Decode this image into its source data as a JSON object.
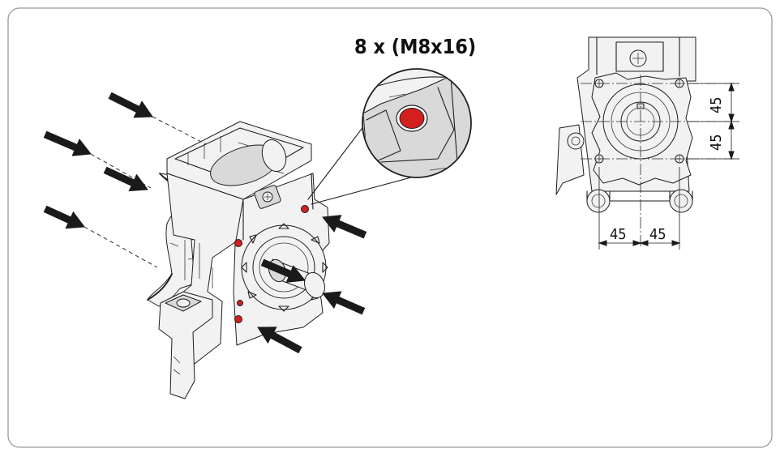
{
  "callout": {
    "screw_spec": "8 x (M8x16)"
  },
  "dimensions": {
    "vertical_upper": "45",
    "vertical_lower": "45",
    "horizontal_left": "45",
    "horizontal_right": "45"
  },
  "colors": {
    "highlight": "#d41f1f",
    "frame": "#9a9a9a",
    "line": "#1e1e1e"
  },
  "icons": {
    "mount_arrow": "push-arrow-icon",
    "logo": "brand-logo-icon"
  }
}
